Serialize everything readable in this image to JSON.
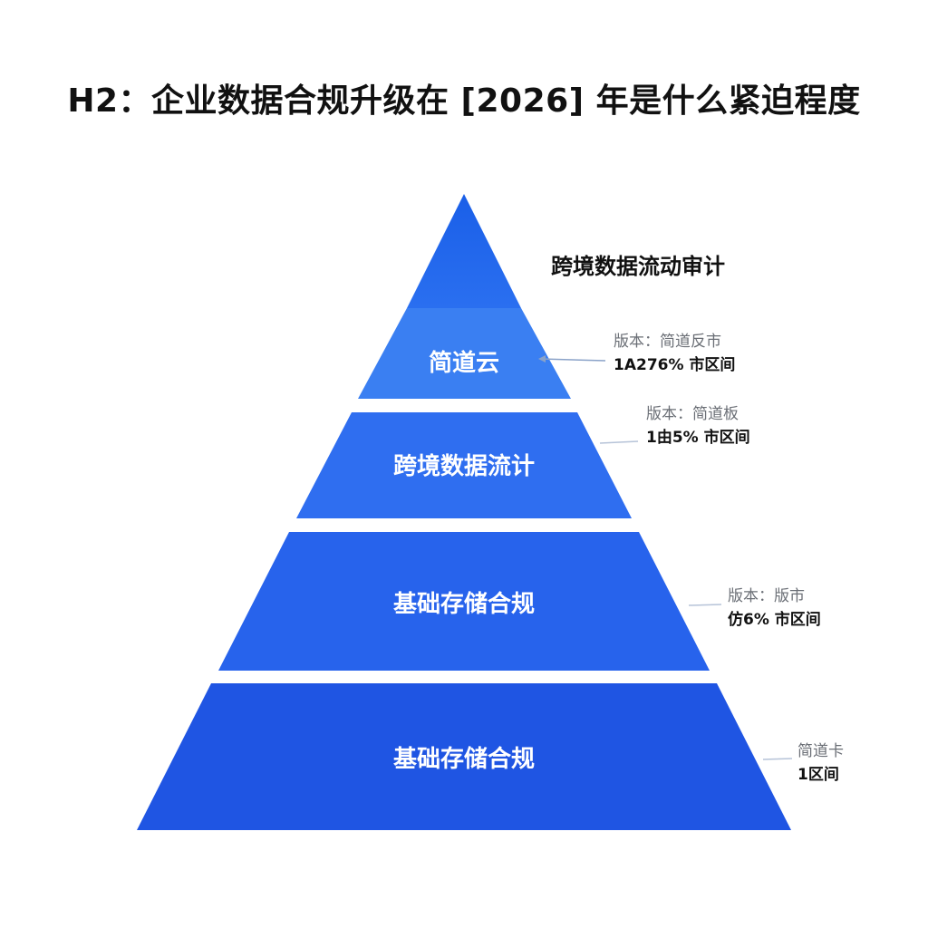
{
  "title": "H2：企业数据合规升级在 [2026] 年是什么紧迫程度",
  "apex": {
    "label": "跨境数据流动审计"
  },
  "tiers": [
    {
      "label": "简道云",
      "color": "#3a7ff2"
    },
    {
      "label": "跨境数据流计",
      "color": "#2f6ef0"
    },
    {
      "label": "基础存储合规",
      "color": "#2763ec"
    },
    {
      "label": "基础存储合规",
      "color": "#1f55e3"
    }
  ],
  "apex_color": "#1d62e6",
  "callouts": [
    {
      "version": "版本：简道反市",
      "range": "1A276% 市区间"
    },
    {
      "version": "版本：简道板",
      "range": "1由5% 市区间"
    },
    {
      "version": "版本：版市",
      "range": "仿6% 市区间"
    },
    {
      "version": "简道卡",
      "range": "1区间"
    }
  ]
}
